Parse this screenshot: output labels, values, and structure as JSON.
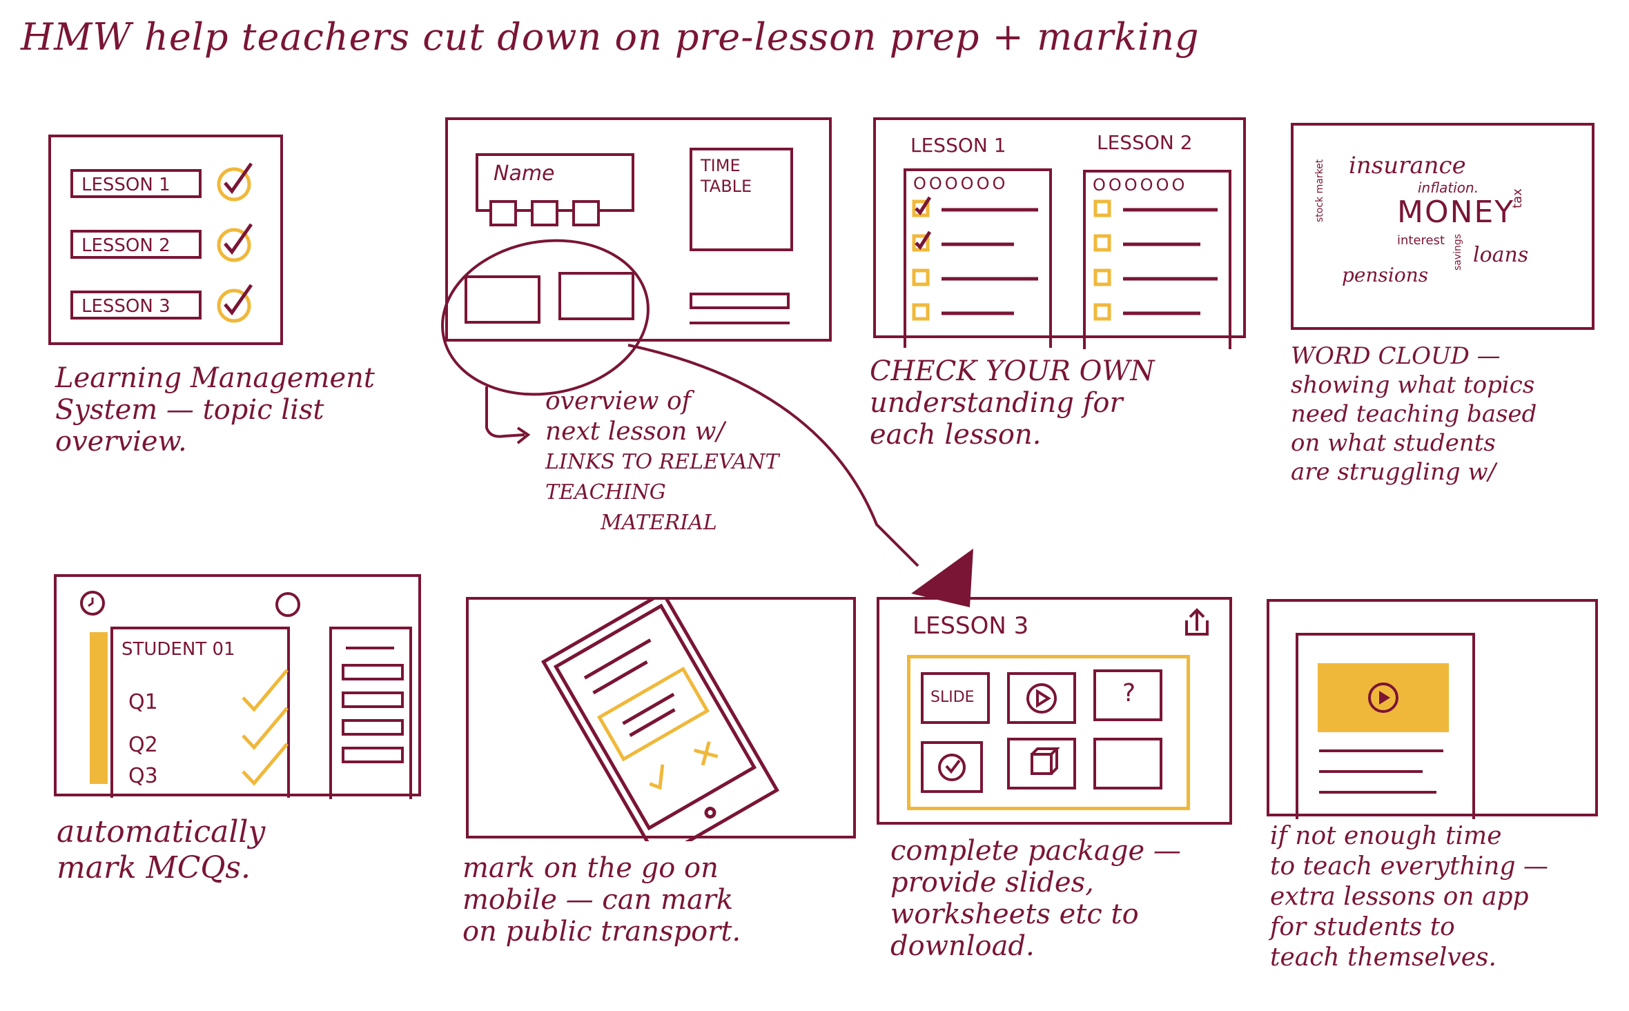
{
  "title": "HMW help teachers cut down on pre-lesson prep + marking",
  "panels": {
    "p1": {
      "rows": [
        "LESSON 1",
        "LESSON 2",
        "LESSON 3"
      ],
      "caption": [
        "Learning Management",
        "System — topic list",
        "overview."
      ]
    },
    "p2": {
      "name_label": "Name",
      "timetable_label": [
        "TIME",
        "TABLE"
      ],
      "caption": [
        "overview of",
        "next lesson w/",
        "LINKS TO RELEVANT",
        "TEACHING",
        "MATERIAL"
      ]
    },
    "p3": {
      "lesson_a": "LESSON 1",
      "lesson_b": "LESSON 2",
      "dots": "OOOOOO",
      "caption": [
        "CHECK YOUR OWN",
        "understanding for",
        "each lesson."
      ]
    },
    "p4": {
      "words": {
        "insurance": "insurance",
        "inflation": "inflation.",
        "money": "MONEY",
        "stock_market": "stock market",
        "interest": "interest",
        "tax": "tax",
        "loans": "loans",
        "pensions": "pensions",
        "savings": "savings"
      },
      "caption": [
        "WORD CLOUD —",
        "showing what topics",
        "need teaching based",
        "on what students",
        "are struggling w/"
      ]
    },
    "p5": {
      "header": "STUDENT 01",
      "questions": [
        "Q1",
        "Q2",
        "Q3"
      ],
      "caption": [
        "automatically",
        "mark MCQs."
      ]
    },
    "p6": {
      "caption": [
        "mark on the go on",
        "mobile — can mark",
        "on public transport."
      ]
    },
    "p7": {
      "heading": "LESSON 3",
      "slide_label": "SLIDE",
      "quiz_label": "?",
      "caption": [
        "complete package —",
        "provide slides,",
        "worksheets etc to",
        "download."
      ]
    },
    "p8": {
      "caption": [
        "if not enough time",
        "to teach everything —",
        "extra lessons on app",
        "for students to",
        "teach themselves."
      ]
    }
  },
  "colors": {
    "ink": "#7a1535",
    "accent": "#f0b83a"
  },
  "icons": [
    "check-circle-icon",
    "play-icon",
    "question-icon",
    "checkbox-icon",
    "box-icon",
    "folder-icon",
    "share-icon",
    "arrow-icon",
    "clock-icon"
  ]
}
